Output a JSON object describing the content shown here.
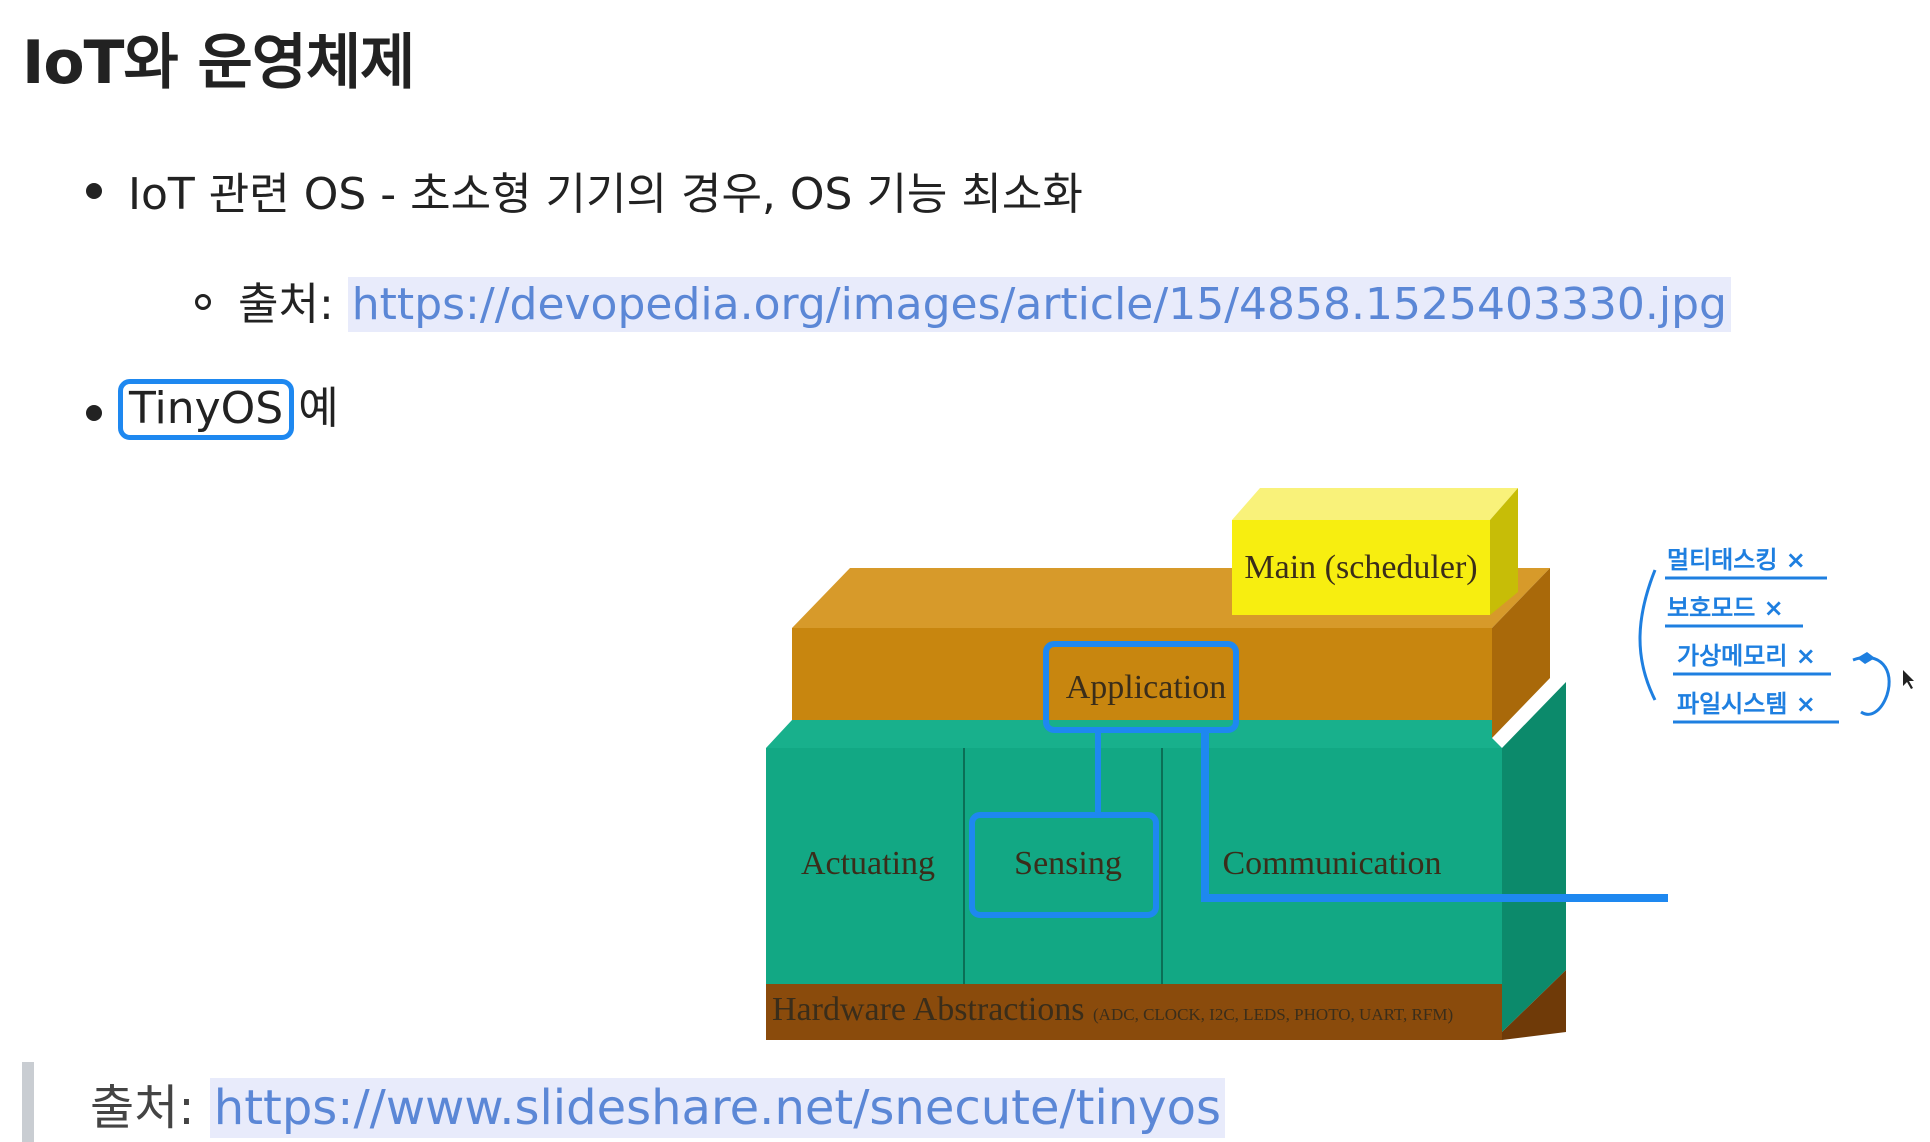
{
  "heading": "IoT와 운영체제",
  "bullets": {
    "first": "IoT 관련 OS - 초소형 기기의 경우, OS 기능 최소화",
    "source_label": "출처:",
    "source_url": "https://devopedia.org/images/article/15/4858.1525403330.jpg",
    "second_highlight": "TinyOS",
    "second_suffix": "예"
  },
  "diagram": {
    "main": "Main (scheduler)",
    "application": "Application",
    "actuating": "Actuating",
    "sensing": "Sensing",
    "communication": "Communication",
    "hardware": "Hardware Abstractions",
    "hardware_detail": "(ADC, CLOCK, I2C, LEDS, PHOTO, UART, RFM)"
  },
  "annotations": [
    "멀티태스킹 ×",
    "보호모드 ×",
    "가상메모리 ×",
    "파일시스템 ×"
  ],
  "footer": {
    "source_label": "출처:",
    "source_url": "https://www.slideshare.net/snecute/tinyos"
  },
  "colors": {
    "link": "#5b87d6",
    "link_bg": "#e8ebfb",
    "accent_blue": "#1e88f0",
    "app_layer": "#c8860f",
    "module_layer": "#12a884",
    "main_box": "#f7ee10",
    "hw_layer": "#8a4b0c"
  }
}
